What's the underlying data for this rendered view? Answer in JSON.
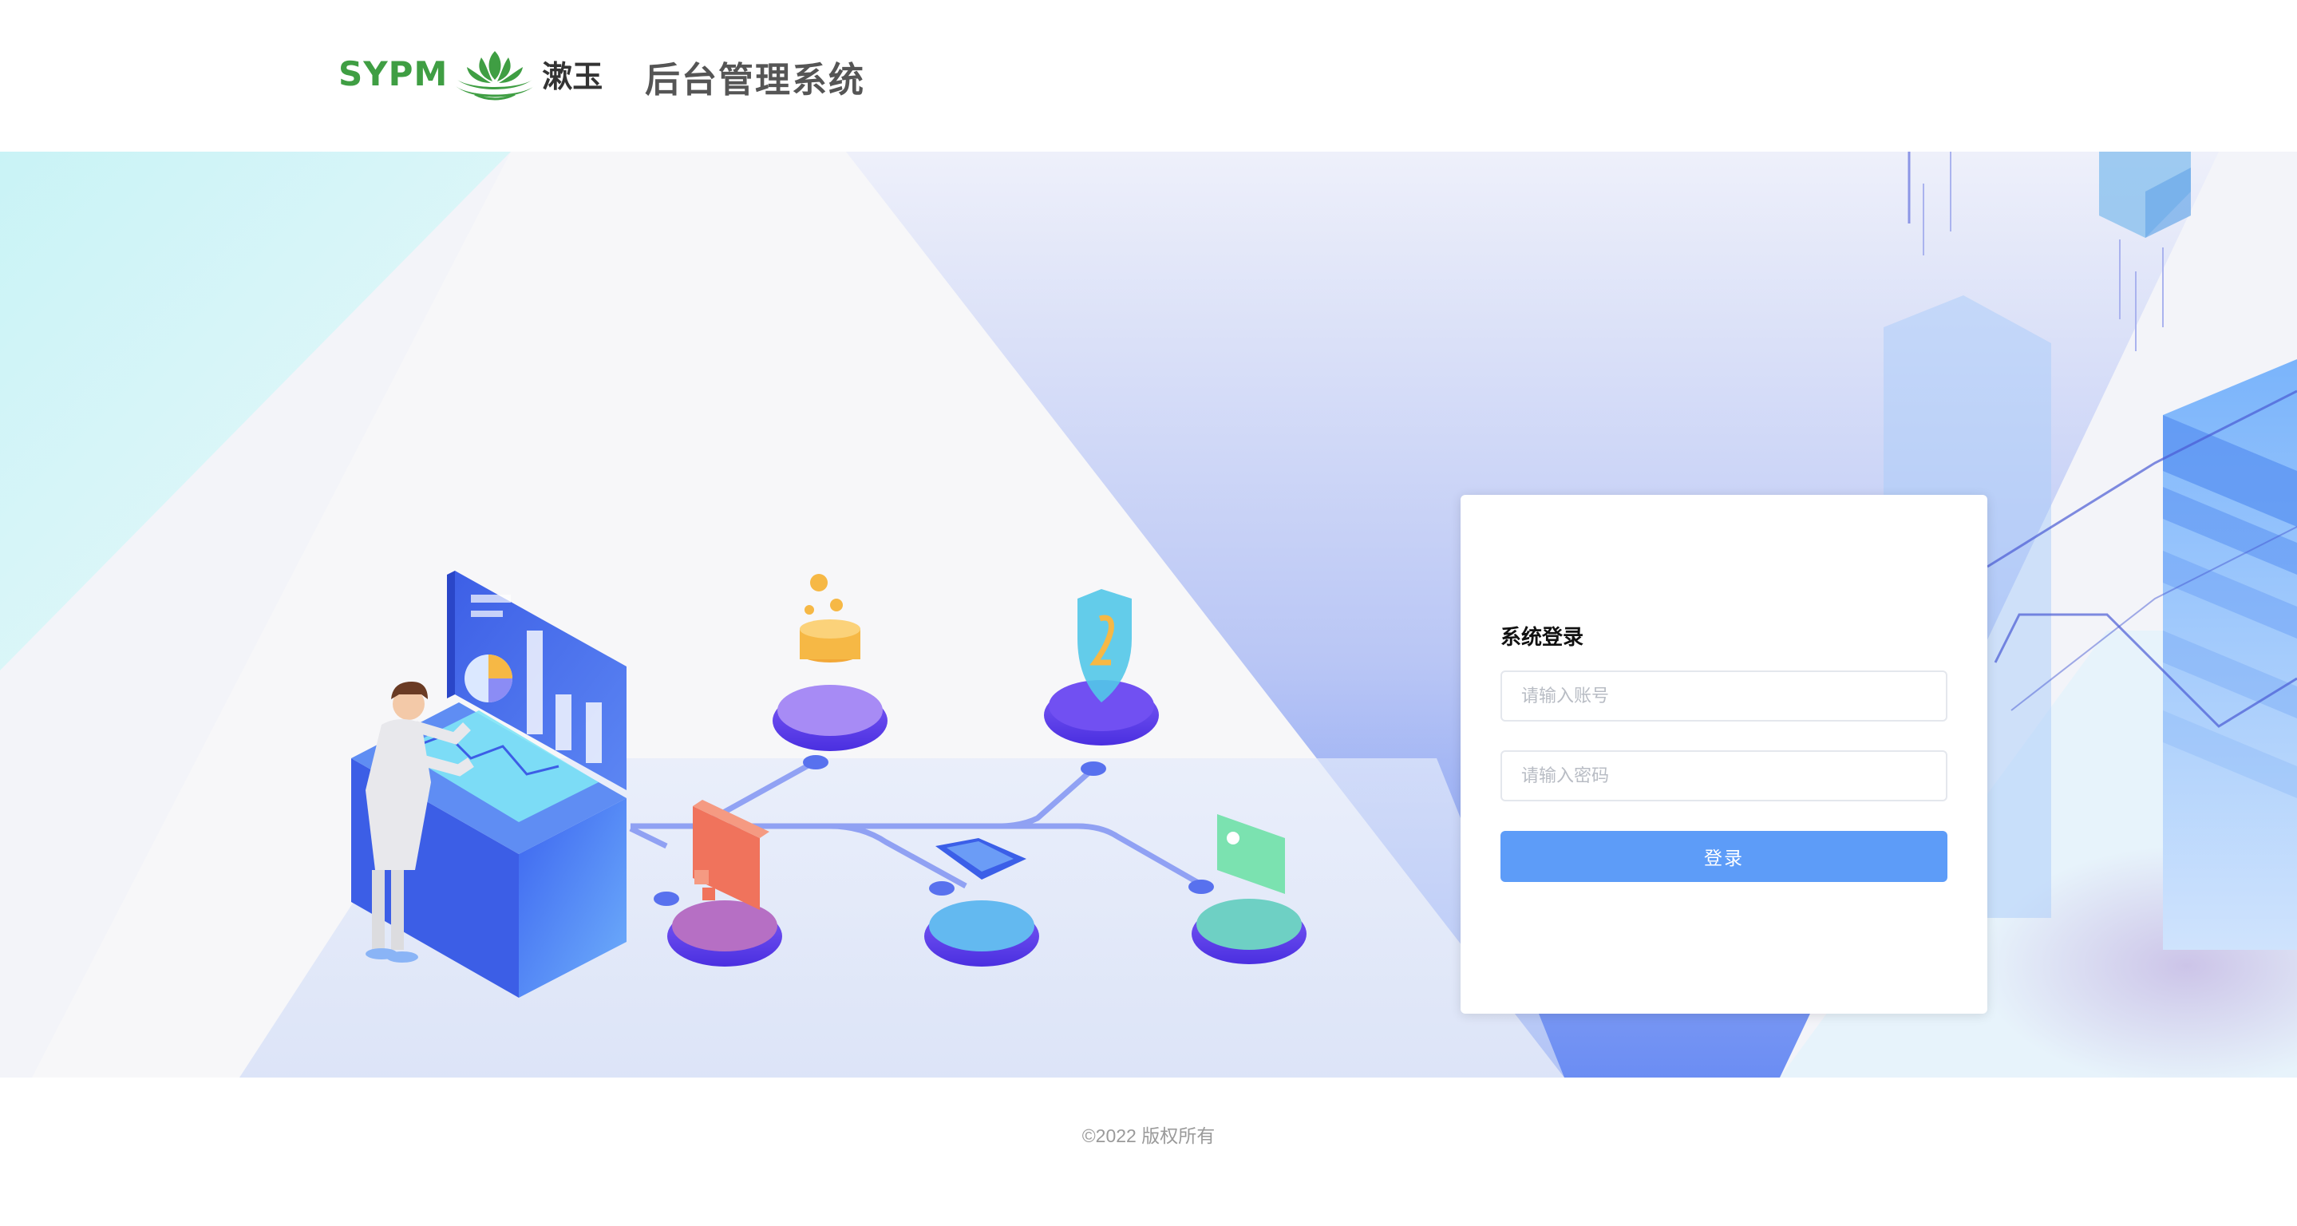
{
  "header": {
    "logo_text": "SYPM",
    "logo_cn": "漱玉",
    "system_title": "后台管理系统"
  },
  "login": {
    "title": "系统登录",
    "account_placeholder": "请输入账号",
    "account_value": "",
    "password_placeholder": "请输入密码",
    "password_value": "",
    "submit_label": "登录"
  },
  "footer": {
    "copyright": "©2022 版权所有"
  },
  "icons": {
    "logo": "lotus-icon",
    "illustration": "data-platform-illustration"
  },
  "colors": {
    "brand_green": "#3f9e43",
    "primary_button": "#5d9cf8",
    "accent_blue": "#4a6cf7",
    "accent_purple": "#6a3cf0"
  }
}
